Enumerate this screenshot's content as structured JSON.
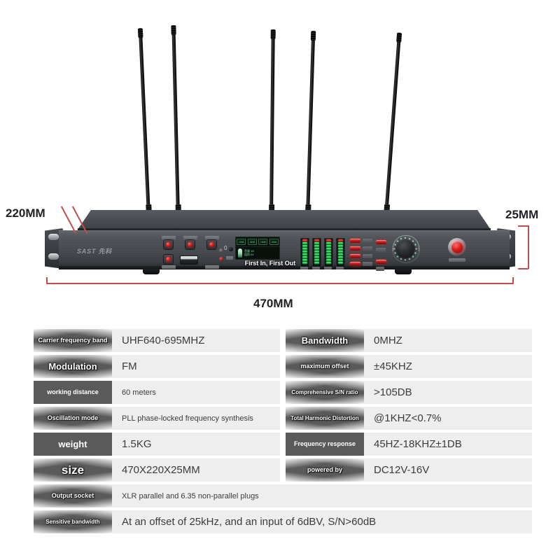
{
  "product": {
    "brand_mark": "SAST 先科",
    "antenna_count": 5,
    "screen": {
      "channel_chips": [
        "CH1",
        "CH2",
        "CH3",
        "CH4"
      ],
      "info_line_1": "音量 15",
      "info_line_2": "组别 01",
      "caption": "First In, First Out"
    },
    "vu_meter_count": 4,
    "vu_red_segments": 1,
    "vu_green_segments": 8,
    "accent_red": "#d21f1f",
    "led_green": "#4dff7a",
    "chassis_gray": "#4e5156",
    "callout_color": "#c0504d"
  },
  "dimensions": {
    "depth": "220MM",
    "height": "25MM",
    "width": "470MM"
  },
  "specs": {
    "rows": [
      {
        "left": {
          "label": "Carrier frequency band",
          "value": "UHF640-695MHZ",
          "label_size": "sz-sm",
          "value_size": "v-lg",
          "flare": true
        },
        "right": {
          "label": "Bandwidth",
          "value": "0MHZ",
          "label_size": "sz-md",
          "value_size": "v-lg",
          "flare": true
        }
      },
      {
        "left": {
          "label": "Modulation",
          "value": "FM",
          "label_size": "sz-md",
          "value_size": "v-lg",
          "flare": true
        },
        "right": {
          "label": "maximum offset",
          "value": "±45KHZ",
          "label_size": "sz-sm",
          "value_size": "v-lg",
          "flare": true
        }
      },
      {
        "left": {
          "label": "working distance",
          "value": "60 meters",
          "label_size": "sz-sm",
          "value_size": "v-sm",
          "flare": false
        },
        "right": {
          "label": "Comprehensive S/N ratio",
          "value": ">105DB",
          "label_size": "sz-xs",
          "value_size": "v-lg",
          "flare": true
        }
      },
      {
        "left": {
          "label": "Oscillation mode",
          "value": "PLL phase-locked frequency synthesis",
          "label_size": "sz-sm",
          "value_size": "v-sm",
          "flare": true
        },
        "right": {
          "label": "Total Harmonic Distortion",
          "value": "@1KHZ<0.7%",
          "label_size": "sz-xs",
          "value_size": "v-lg",
          "flare": true
        }
      },
      {
        "left": {
          "label": "weight",
          "value": "1.5KG",
          "label_size": "sz-md",
          "value_size": "v-lg",
          "flare": false
        },
        "right": {
          "label": "Frequency response",
          "value": "45HZ-18KHZ±1DB",
          "label_size": "sz-sm",
          "value_size": "v-lg",
          "flare": false
        }
      },
      {
        "left": {
          "label": "size",
          "value": "470X220X25MM",
          "label_size": "sz-lg",
          "value_size": "v-lg",
          "flare": true
        },
        "right": {
          "label": "powered by",
          "value": "DC12V-16V",
          "label_size": "sz-sm",
          "value_size": "v-lg",
          "flare": true
        }
      }
    ],
    "wide_rows": [
      {
        "label": "Output socket",
        "value": "XLR parallel and 6.35 non-parallel plugs",
        "label_size": "sz-sm",
        "value_size": "v-sm",
        "flare": true
      },
      {
        "label": "Sensitive bandwidth",
        "value": "At an offset of 25kHz, and an input of 6dBV, S/N>60dB",
        "label_size": "sz-xs",
        "value_size": "v-lg",
        "flare": true
      }
    ]
  }
}
